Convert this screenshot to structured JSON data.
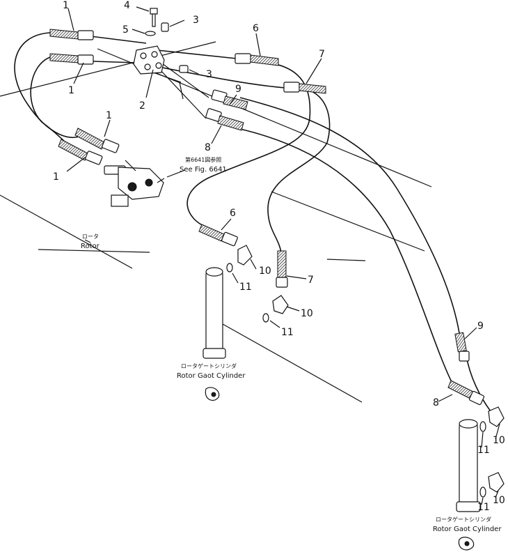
{
  "callouts": {
    "c1a": "1",
    "c1b": "1",
    "c1c": "1",
    "c1d": "1",
    "c2": "2",
    "c3a": "3",
    "c3b": "3",
    "c4": "4",
    "c5": "5",
    "c6a": "6",
    "c6b": "6",
    "c7a": "7",
    "c7b": "7",
    "c8a": "8",
    "c8b": "8",
    "c9a": "9",
    "c9b": "9",
    "c10a": "10",
    "c10b": "10",
    "c10c": "10",
    "c10d": "10",
    "c11a": "11",
    "c11b": "11",
    "c11c": "11",
    "c11d": "11"
  },
  "labels": {
    "ref_jp": "第6641図参照",
    "ref_en": "See Fig. 6641",
    "rotor_jp": "ロータ",
    "rotor_en": "Rotor",
    "cyl1_jp": "ロータゲートシリンダ",
    "cyl1_en": "Rotor Gaot Cylinder",
    "cyl2_jp": "ロータゲートシリンダ",
    "cyl2_en": "Rotor Gaot Cylinder"
  },
  "colors": {
    "ink": "#111111",
    "paper": "#ffffff"
  }
}
